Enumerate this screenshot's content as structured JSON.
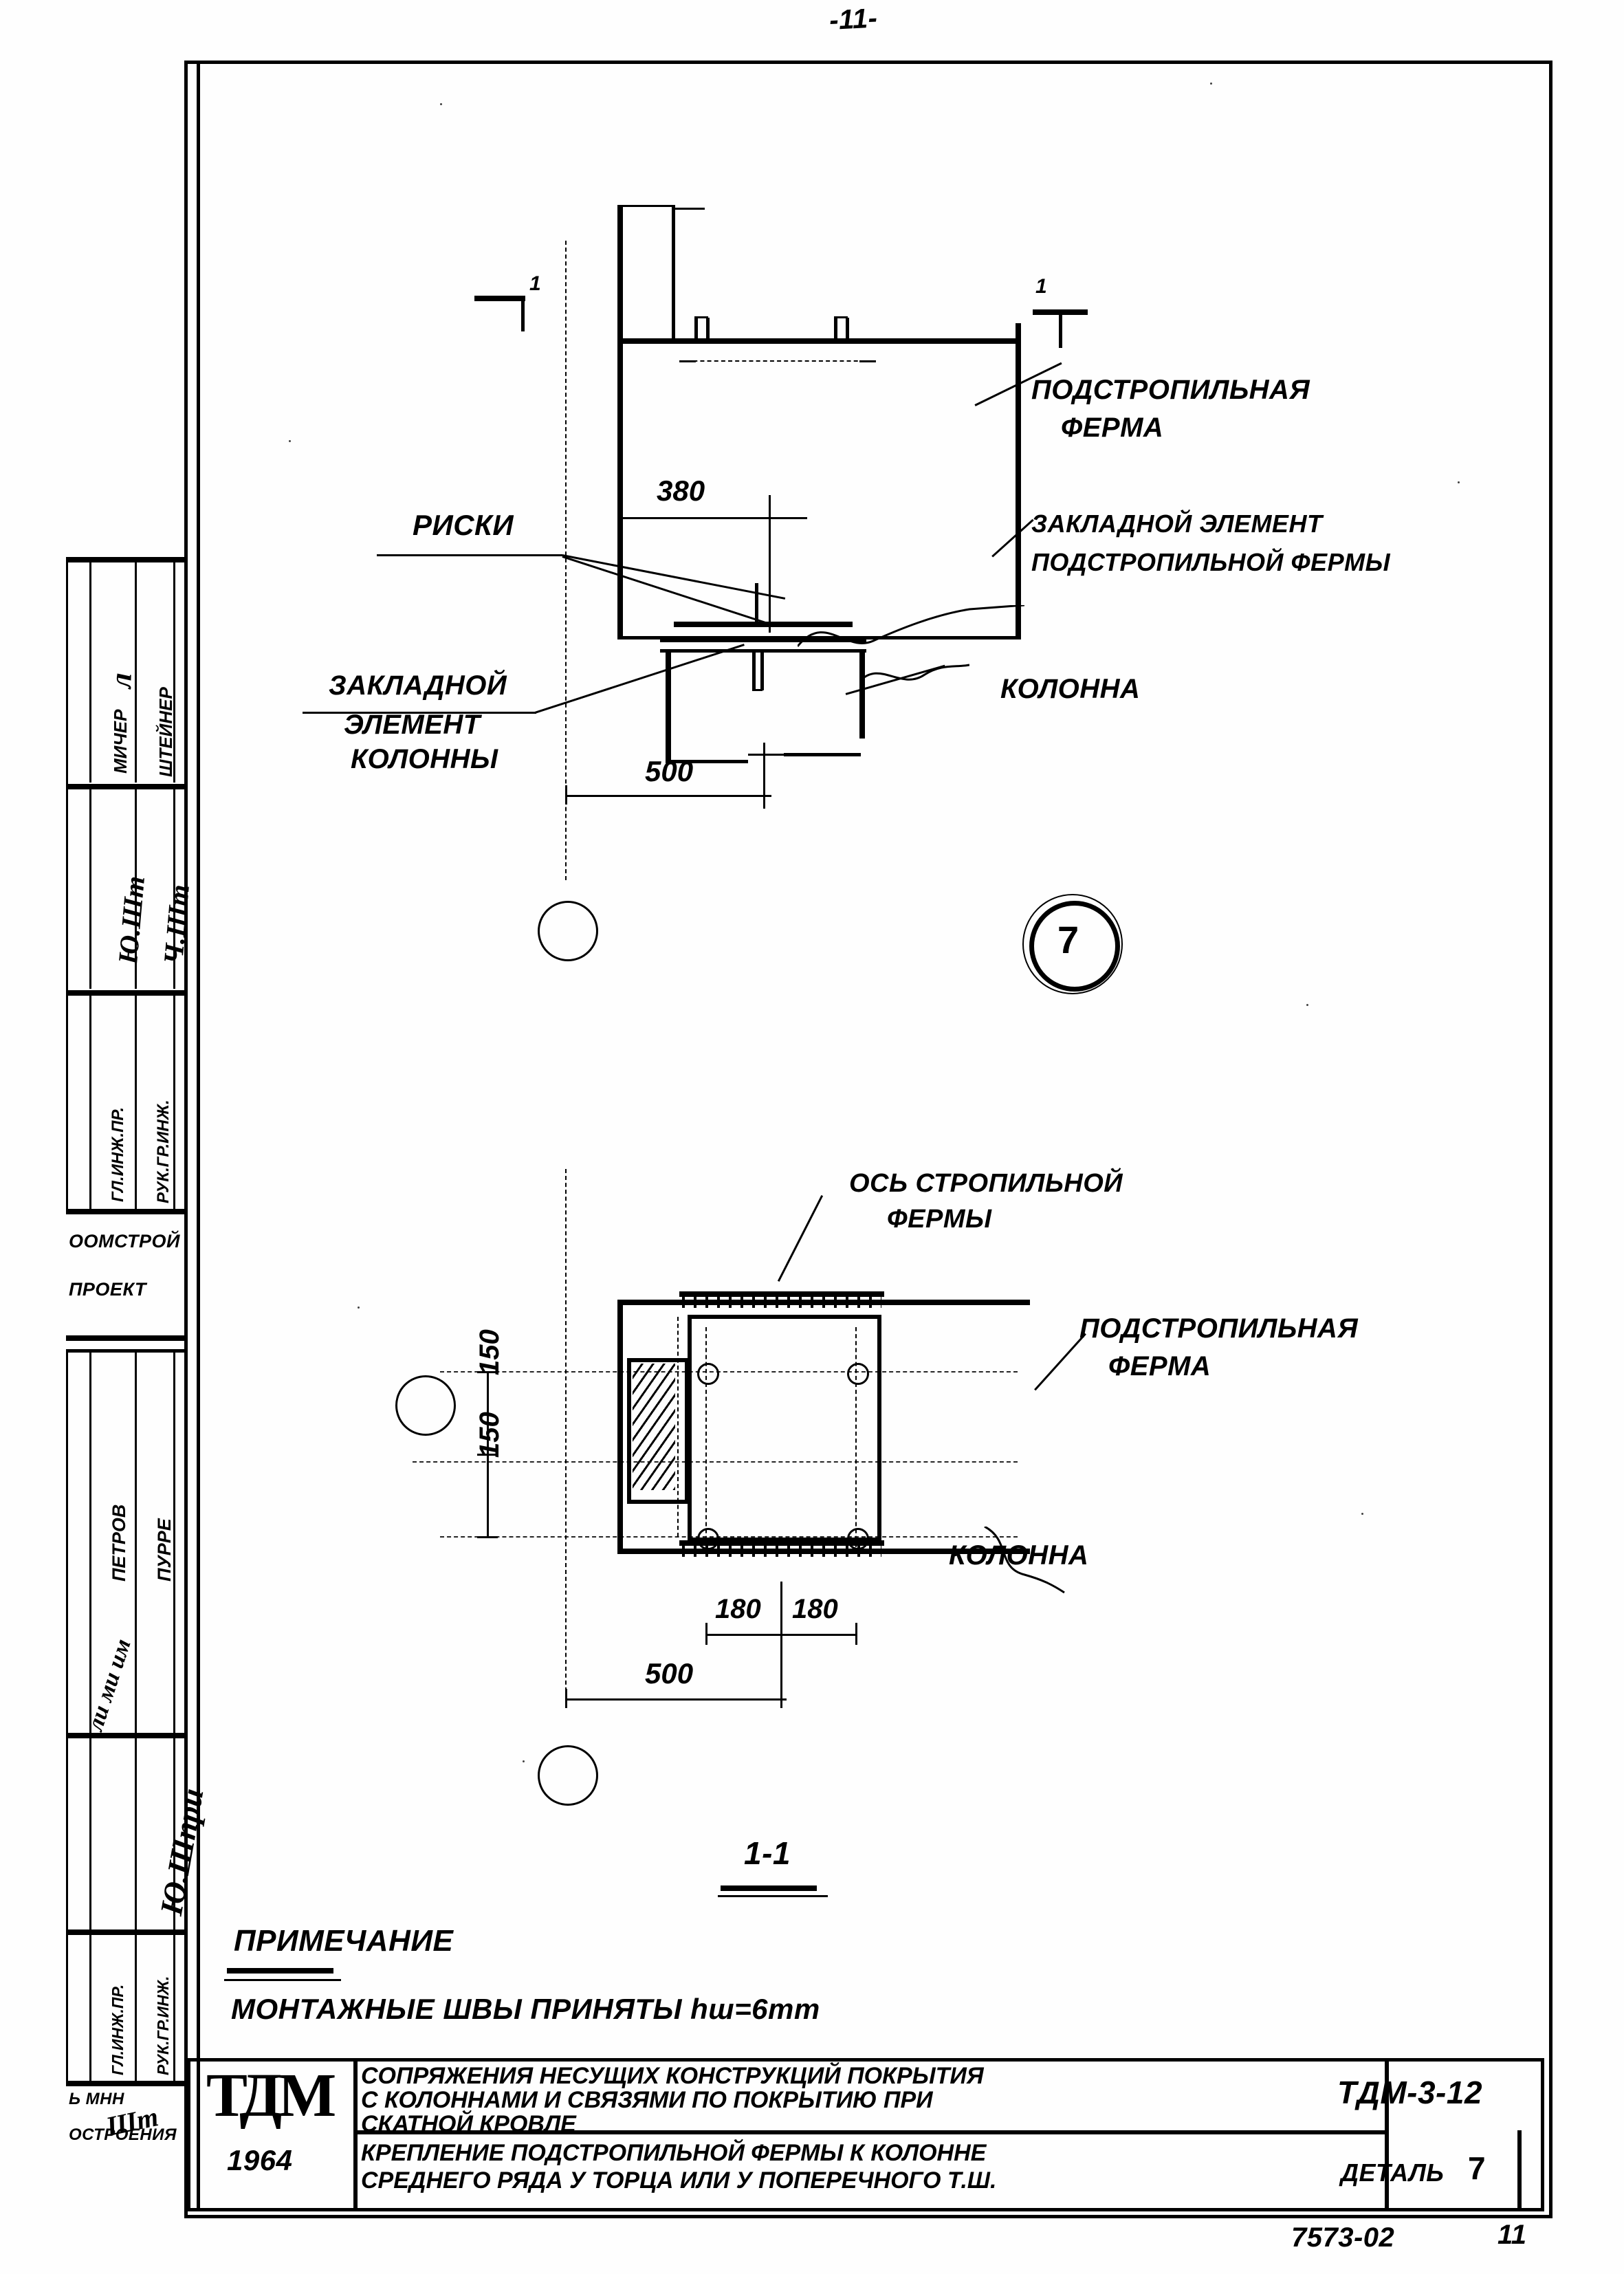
{
  "sheet": {
    "page_number_top": "-11-",
    "bottom_code": "7573-02",
    "bottom_page": "11"
  },
  "stamp_column": {
    "rows": [
      {
        "role": "МИЧЕР",
        "name": "ШТЕЙНЕР"
      },
      {
        "role": "ГЛ.ИНЖ.ПР.",
        "name": "РУК.ГР.ИНЖ."
      },
      {
        "role": "ПЕТРОВ",
        "name": "ПУРРЕ"
      },
      {
        "role": "ГЛ.ИНЖ.ПР.",
        "name": "РУК.ГР.ИНЖ."
      }
    ],
    "org_line1": "ООМСТРОЙ",
    "org_line2": "ПРОЕКТ",
    "footer_line1": "Ь МНН",
    "footer_line2": "ОСТРОЕНИЯ"
  },
  "upper_view": {
    "labels": {
      "truss": "ПОДСТРОПИЛЬНАЯ\nФЕРМА",
      "truss_l1": "ПОДСТРОПИЛЬНАЯ",
      "truss_l2": "ФЕРМА",
      "embed_truss_l1": "ЗАКЛАДНОЙ ЭЛЕМЕНТ",
      "embed_truss_l2": "ПОДСТРОПИЛЬНОЙ ФЕРМЫ",
      "marks": "РИСКИ",
      "embed_col_l1": "ЗАКЛАДНОЙ",
      "embed_col_l2": "ЭЛЕМЕНТ",
      "embed_col_l3": "КОЛОННЫ",
      "column": "КОЛОННА",
      "section_mark_left": "1",
      "section_mark_right": "1"
    },
    "dimensions": {
      "d380": "380",
      "d500": "500"
    },
    "detail_marker": "7"
  },
  "lower_view": {
    "labels": {
      "truss_axis_l1": "ОСЬ СТРОПИЛЬНОЙ",
      "truss_axis_l2": "ФЕРМЫ",
      "truss_l1": "ПОДСТРОПИЛЬНАЯ",
      "truss_l2": "ФЕРМА",
      "column": "КОЛОННА"
    },
    "dimensions": {
      "v150_a": "150",
      "v150_b": "150",
      "h180_a": "180",
      "h180_b": "180",
      "d500": "500"
    },
    "section_title": "1-1"
  },
  "note": {
    "heading": "ПРИМЕЧАНИЕ",
    "text": "МОНТАЖНЫЕ ШВЫ ПРИНЯТЫ  hш=6mm"
  },
  "title_block": {
    "logo": "ТДМ",
    "year": "1964",
    "title_l1": "СОПРЯЖЕНИЯ  НЕСУЩИХ  КОНСТРУКЦИЙ ПОКРЫТИЯ",
    "title_l2": "С КОЛОННАМИ И СВЯЗЯМИ ПО  ПОКРЫТИЮ ПРИ",
    "title_l3": "СКАТНОЙ   КРОВЛЕ",
    "subtitle_l1": "КРЕПЛЕНИЕ ПОДСТРОПИЛЬНОЙ ФЕРМЫ К КОЛОННЕ",
    "subtitle_l2": "СРЕДНЕГО РЯДА У ТОРЦА ИЛИ У ПОПЕРЕЧНОГО Т.Ш.",
    "code": "ТДМ-3-12",
    "detail_label": "ДЕТАЛЬ",
    "detail_value": "7"
  }
}
